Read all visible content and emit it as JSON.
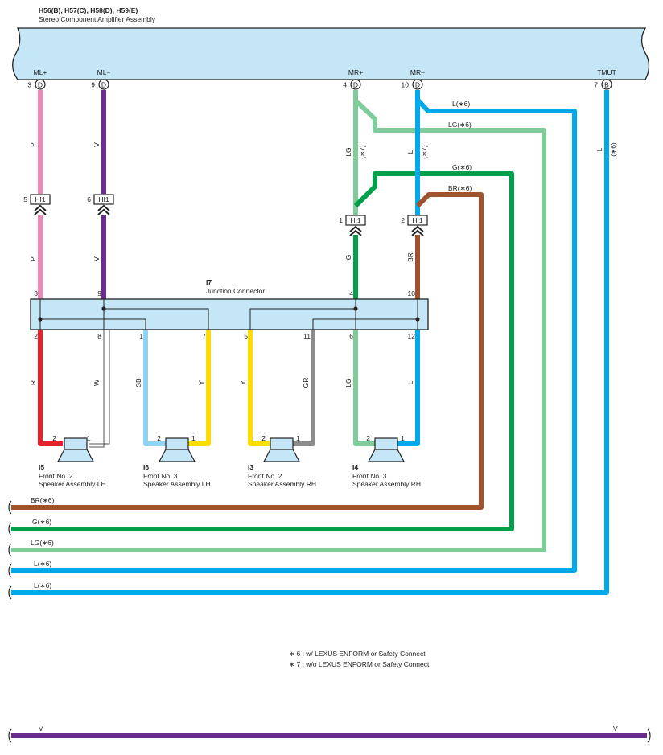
{
  "header": {
    "title": "H56(B), H57(C), H58(D), H59(E)",
    "subtitle": "Stereo Component Amplifier Assembly"
  },
  "amp_pins": [
    {
      "num": "3",
      "letter": "D",
      "label": "ML+"
    },
    {
      "num": "9",
      "letter": "D",
      "label": "ML−"
    },
    {
      "num": "4",
      "letter": "D",
      "label": "MR+"
    },
    {
      "num": "10",
      "letter": "D",
      "label": "MR−"
    },
    {
      "num": "7",
      "letter": "B",
      "label": "TMUT"
    }
  ],
  "hi1_connectors": [
    {
      "pin": "5",
      "name": "HI1"
    },
    {
      "pin": "6",
      "name": "HI1"
    },
    {
      "pin": "1",
      "name": "HI1"
    },
    {
      "pin": "2",
      "name": "HI1"
    }
  ],
  "junction": {
    "id": "I7",
    "name": "Junction Connector",
    "top_pins": [
      "3",
      "9",
      "4",
      "10"
    ],
    "bottom_pins": [
      "2",
      "8",
      "1",
      "7",
      "5",
      "11",
      "6",
      "12"
    ]
  },
  "wire_colors": {
    "p_upper": "P",
    "v_upper": "V",
    "p_lower": "P",
    "v_lower": "V",
    "lg_upper": "LG",
    "lg_note": "(∗7)",
    "l_upper": "L",
    "l_note": "(∗7)",
    "l_tmut": "L",
    "l_tmut_note": "(∗6)",
    "g_lower": "G",
    "br_lower": "BR",
    "r": "R",
    "w": "W",
    "sb": "SB",
    "y1": "Y",
    "y2": "Y",
    "gr": "GR",
    "lg_bottom": "LG",
    "l_bottom": "L"
  },
  "branch_labels": {
    "l_top": "L(∗6)",
    "lg_top": "LG(∗6)",
    "g_top": "G(∗6)",
    "br_top": "BR(∗6)"
  },
  "speakers": [
    {
      "id": "I5",
      "line1": "Front No.  2",
      "line2": "Speaker Assembly LH",
      "pin_a": "2",
      "pin_b": "1"
    },
    {
      "id": "I6",
      "line1": "Front No.  3",
      "line2": "Speaker Assembly LH",
      "pin_a": "2",
      "pin_b": "1"
    },
    {
      "id": "I3",
      "line1": "Front No.  2",
      "line2": "Speaker Assembly RH",
      "pin_a": "2",
      "pin_b": "1"
    },
    {
      "id": "I4",
      "line1": "Front No.  3",
      "line2": "Speaker Assembly RH",
      "pin_a": "2",
      "pin_b": "1"
    }
  ],
  "continuation_wires": [
    {
      "label": "BR(∗6)",
      "color": "#a0522d"
    },
    {
      "label": "G(∗6)",
      "color": "#00a04a"
    },
    {
      "label": "LG(∗6)",
      "color": "#7fcb9a"
    },
    {
      "label": "L(∗6)",
      "color": "#00aaea"
    },
    {
      "label": "L(∗6)",
      "color": "#00aaea"
    }
  ],
  "notes": [
    "∗ 6 : w/ LEXUS ENFORM or Safety Connect",
    "∗ 7 : w/o LEXUS ENFORM or Safety Connect"
  ],
  "bottom_wire": {
    "left_label": "V",
    "right_label": "V",
    "color": "#6a2d8e"
  },
  "colors": {
    "amp_fill": "#c5e6f6",
    "pink": "#ef88b8",
    "purple": "#6a2d8e",
    "light_green": "#7fcb9a",
    "green": "#00a04a",
    "blue": "#00aaea",
    "brown": "#a0522d",
    "red": "#e8202a",
    "sky": "#8ed5f5",
    "yellow": "#ffdd00",
    "gray": "#8c8c8c"
  }
}
